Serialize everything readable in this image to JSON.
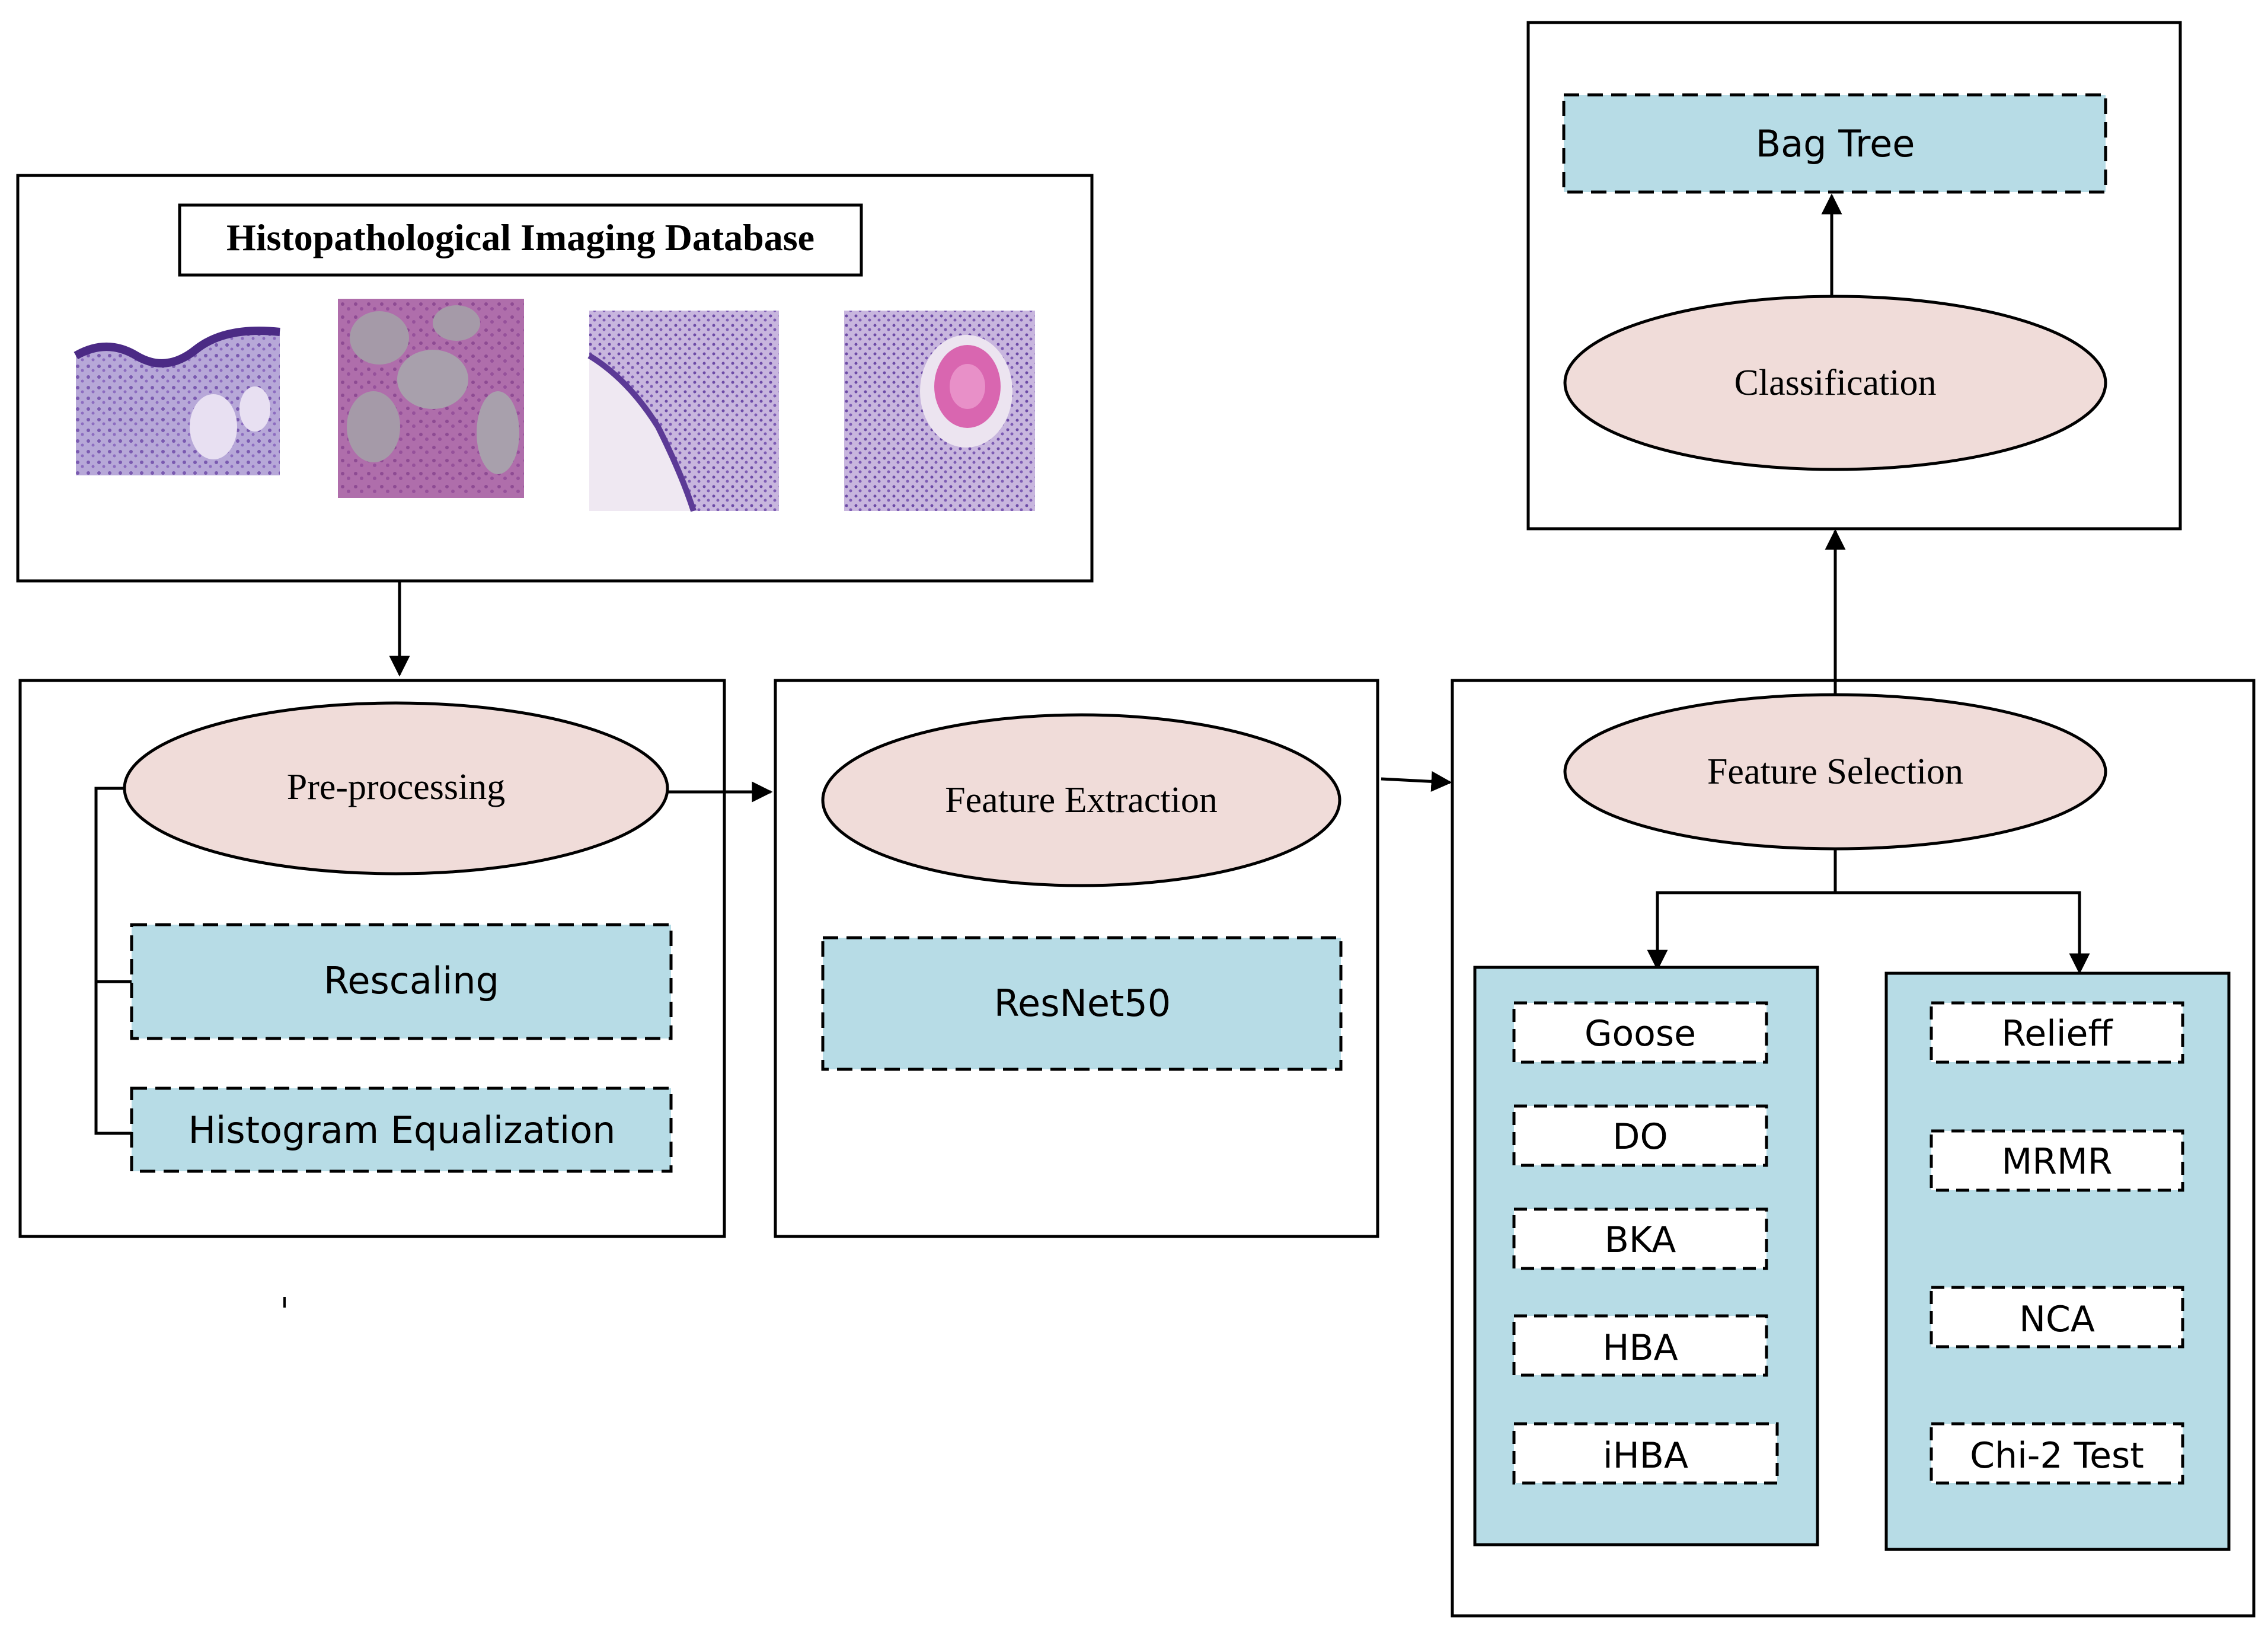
{
  "colors": {
    "ellipse_fill": "#f0dcd9",
    "box_fill": "#b7dce6",
    "stroke": "#000000",
    "background": "#ffffff"
  },
  "database": {
    "title": "Histopathological Imaging Database",
    "images": [
      "histology-image-1",
      "histology-image-2",
      "histology-image-3",
      "histology-image-4"
    ]
  },
  "preprocessing": {
    "title": "Pre-processing",
    "steps": [
      "Rescaling",
      "Histogram Equalization"
    ]
  },
  "extraction": {
    "title": "Feature Extraction",
    "model": "ResNet50"
  },
  "selection": {
    "title": "Feature Selection",
    "group_left": [
      "Goose",
      "DO",
      "BKA",
      "HBA",
      "iHBA"
    ],
    "group_right": [
      "Relieff",
      "MRMR",
      "NCA",
      "Chi-2 Test"
    ]
  },
  "classification": {
    "title": "Classification",
    "classifier": "Bag Tree"
  }
}
